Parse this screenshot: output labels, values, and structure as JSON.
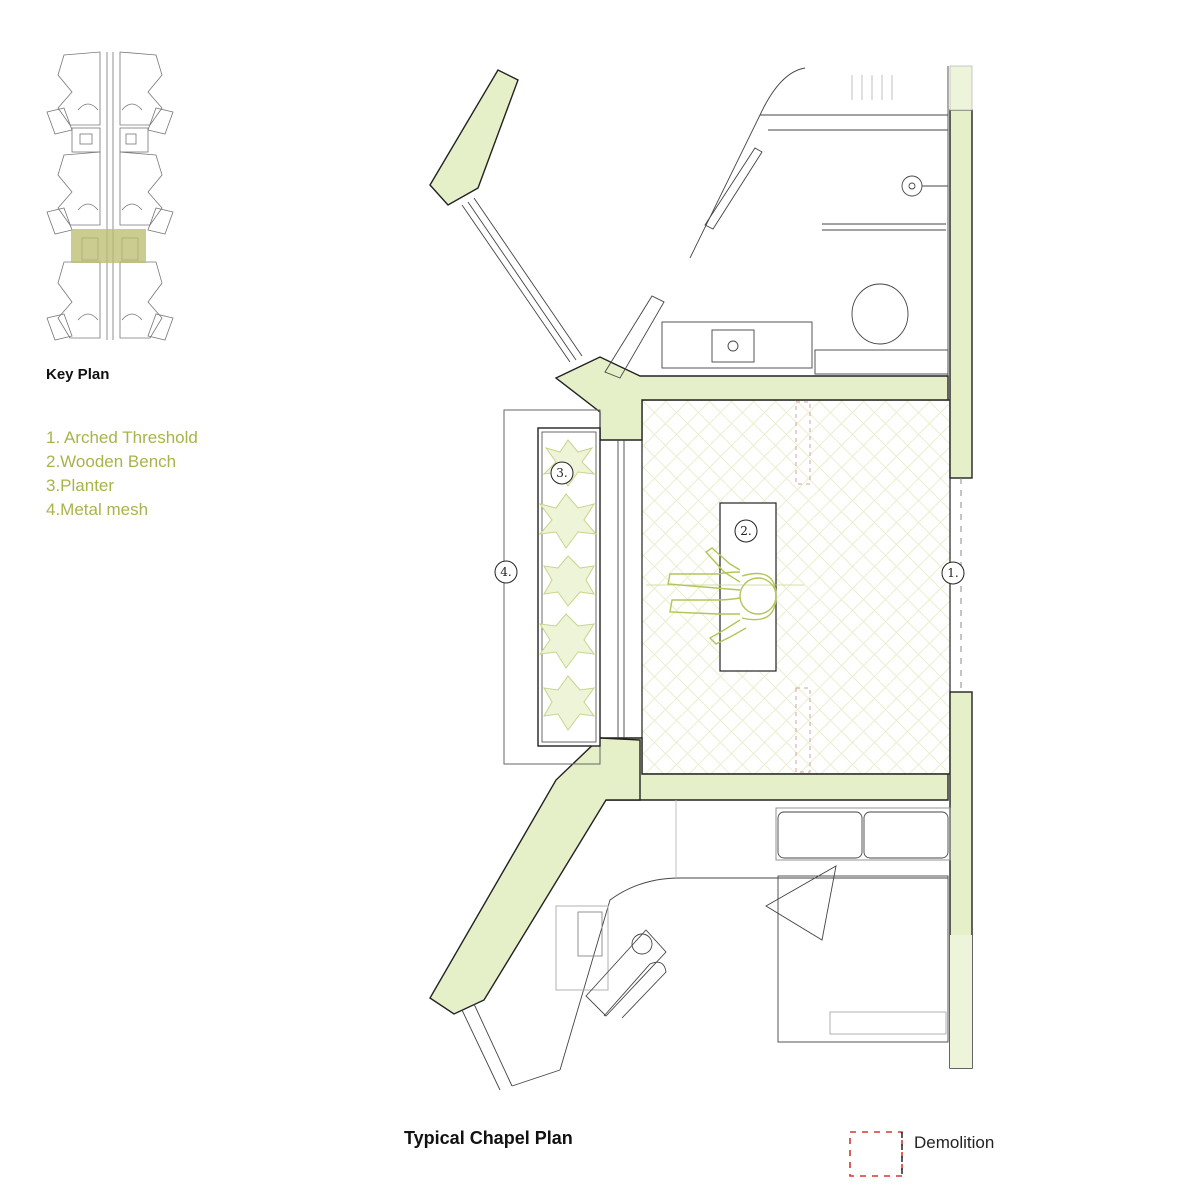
{
  "key_plan": {
    "title": "Key Plan"
  },
  "legend": {
    "items": [
      "1. Arched Threshold",
      "2.Wooden Bench",
      "3.Planter",
      "4.Metal mesh"
    ]
  },
  "plan": {
    "title": "Typical Chapel Plan",
    "callouts": [
      "1.",
      "2.",
      "3.",
      "4."
    ]
  },
  "demolition_legend": {
    "label": "Demolition"
  },
  "colors": {
    "wall_fill": "#e6f0c8",
    "accent_text": "#a8b44a",
    "highlight": "#b8bc6a",
    "demolition": "#d23a2e",
    "line": "#444444"
  }
}
